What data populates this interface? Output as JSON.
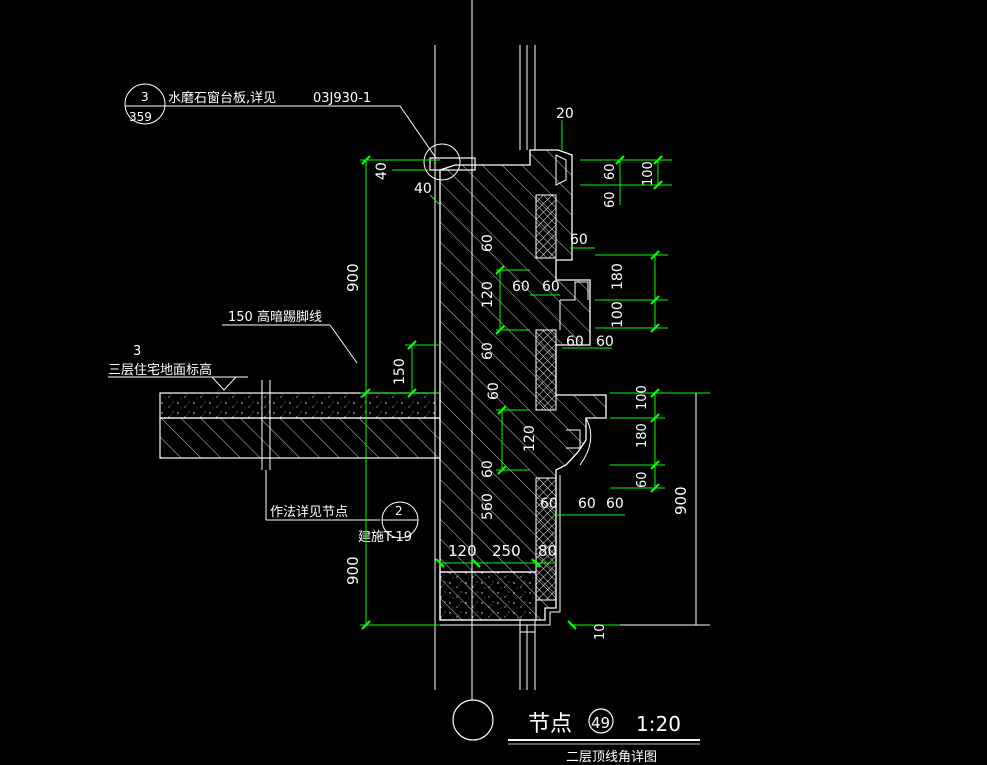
{
  "colors": {
    "background": "#000000",
    "wall_lines": "#ffffff",
    "dimension_lines": "#00ff00",
    "dimension_ticks": "#00ff00",
    "hatch": "#ffffff",
    "text": "#ffffff"
  },
  "callout_sill": {
    "bubble_top": "3",
    "bubble_bottom": "359",
    "label": "水磨石窗台板,详见",
    "reference": "03J930-1"
  },
  "callout_skirting": {
    "label": "150 高暗踢脚线"
  },
  "floor_level": {
    "number": "3",
    "label": "三层住宅地面标高"
  },
  "callout_detail": {
    "label": "作法详见节点",
    "bubble_top": "2",
    "bubble_bottom": "建施T-19"
  },
  "dimensions": {
    "top_20": "20",
    "sill_40a": "40",
    "sill_40b": "40",
    "left_900_upper": "900",
    "left_150": "150",
    "left_900_lower": "900",
    "wall_60_a": "60",
    "wall_120_a": "120",
    "wall_60_b": "60",
    "wall_60_c": "60",
    "wall_120_b": "120",
    "wall_60_d": "60",
    "wall_560": "560",
    "mid_60_a": "60",
    "mid_60_b": "60",
    "right_60_top": "60",
    "right_60_top2": "60",
    "right_100_top": "100",
    "right_60_band": "60",
    "right_180": "180",
    "right_100": "100",
    "right_60_x1": "60",
    "right_60_x2": "60",
    "right_100_b": "100",
    "right_180_b": "180",
    "right_60_b": "60",
    "right_60_y1": "60",
    "right_60_y2": "60",
    "right_60_y3": "60",
    "right_900": "900",
    "bottom_120": "120",
    "bottom_250": "250",
    "bottom_80": "80",
    "bottom_10": "10"
  },
  "title_block": {
    "label": "节点",
    "number": "49",
    "scale": "1:20",
    "subtitle": "二层顶线角详图"
  }
}
